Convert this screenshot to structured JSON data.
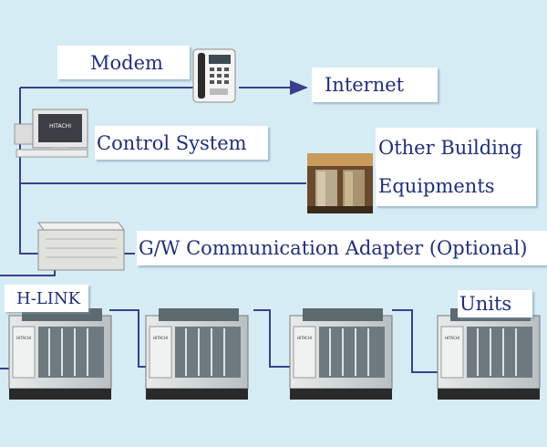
{
  "labels": {
    "modem": "Modem",
    "internet": "Internet",
    "control_system": "Control System",
    "other_line1": "Other Building",
    "other_line2": "Equipments",
    "gw_adapter": "G/W Communication Adapter (Optional)",
    "hlink": "H-LINK",
    "units": "Units"
  },
  "device_text": {
    "monitor_brand": "HITACHI",
    "unit_brand": "HITACHI"
  },
  "colors": {
    "background": "#d6ecf5",
    "line": "#3a3f8c",
    "label_text": "#1f2f7a"
  },
  "icons": [
    "modem-icon",
    "computer-icon",
    "elevator-photo",
    "adapter-icon",
    "chiller-unit-icon"
  ]
}
